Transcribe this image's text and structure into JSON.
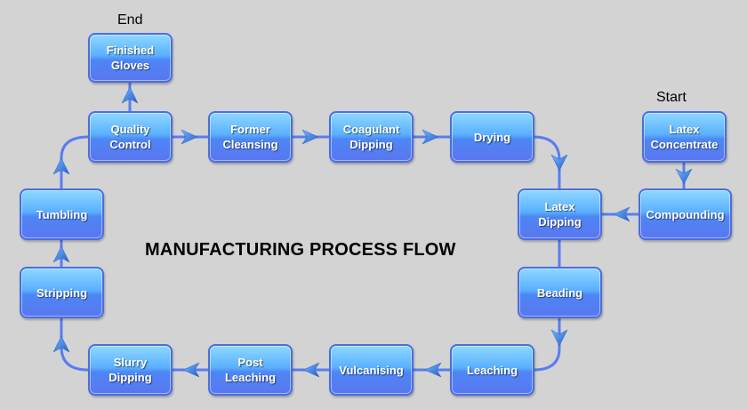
{
  "title": "MANUFACTURING PROCESS FLOW",
  "labels": {
    "start": "Start",
    "end": "End"
  },
  "colors": {
    "background": "#d3d3d3",
    "box_top": "#8fd8ff",
    "box_bottom": "#5a76f0",
    "connector": "#5a7cf0",
    "arrow": "#3f7ad8"
  },
  "steps": {
    "latex_concentrate": "Latex\nConcentrate",
    "compounding": "Compounding",
    "latex_dipping": "Latex\nDipping",
    "beading": "Beading",
    "leaching": "Leaching",
    "vulcanising": "Vulcanising",
    "post_leaching": "Post\nLeaching",
    "slurry_dipping": "Slurry\nDipping",
    "stripping": "Stripping",
    "tumbling": "Tumbling",
    "quality_control": "Quality\nControl",
    "former_cleansing": "Former\nCleansing",
    "coagulant_dipping": "Coagulant\nDipping",
    "drying": "Drying",
    "finished_gloves": "Finished\nGloves"
  },
  "flow": [
    [
      "latex_concentrate",
      "compounding"
    ],
    [
      "compounding",
      "latex_dipping"
    ],
    [
      "latex_dipping",
      "beading"
    ],
    [
      "beading",
      "leaching"
    ],
    [
      "leaching",
      "vulcanising"
    ],
    [
      "vulcanising",
      "post_leaching"
    ],
    [
      "post_leaching",
      "slurry_dipping"
    ],
    [
      "slurry_dipping",
      "stripping"
    ],
    [
      "stripping",
      "tumbling"
    ],
    [
      "tumbling",
      "quality_control"
    ],
    [
      "quality_control",
      "former_cleansing"
    ],
    [
      "former_cleansing",
      "coagulant_dipping"
    ],
    [
      "coagulant_dipping",
      "drying"
    ],
    [
      "drying",
      "latex_dipping"
    ],
    [
      "quality_control",
      "finished_gloves"
    ]
  ]
}
